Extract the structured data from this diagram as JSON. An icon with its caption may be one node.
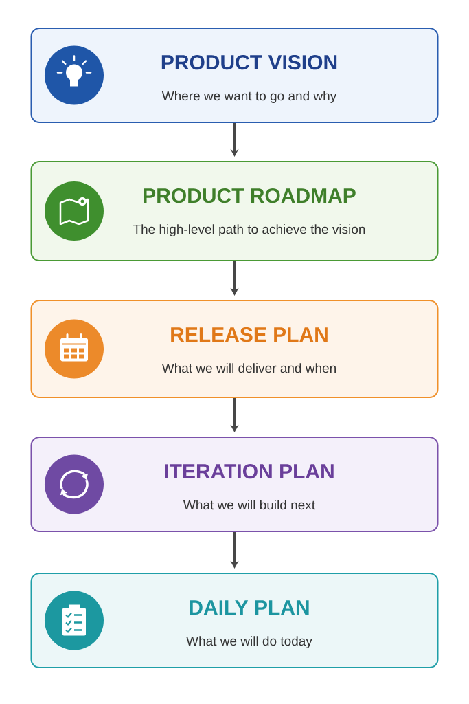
{
  "diagram": {
    "nodes": [
      {
        "text": [
          "PRODUCT VISION",
          "Where we want to go and why"
        ]
      },
      {
        "text": [
          "PRODUCT ROADMAP",
          "The high-level path to achieve the vision"
        ]
      },
      {
        "text": [
          "RELEASE PLAN",
          "What we will deliver and when"
        ]
      },
      {
        "text": [
          "ITERATION PLAN",
          "What we will build next"
        ]
      },
      {
        "text": [
          "DAILY PLAN",
          "What we will do today"
        ]
      }
    ],
    "edges": [
      {
        "from": 0,
        "to": 1,
        "arrow": "to"
      },
      {
        "from": 1,
        "to": 2,
        "arrow": "to"
      },
      {
        "from": 2,
        "to": 3,
        "arrow": "to"
      },
      {
        "from": 3,
        "to": 4,
        "arrow": "to"
      }
    ]
  }
}
